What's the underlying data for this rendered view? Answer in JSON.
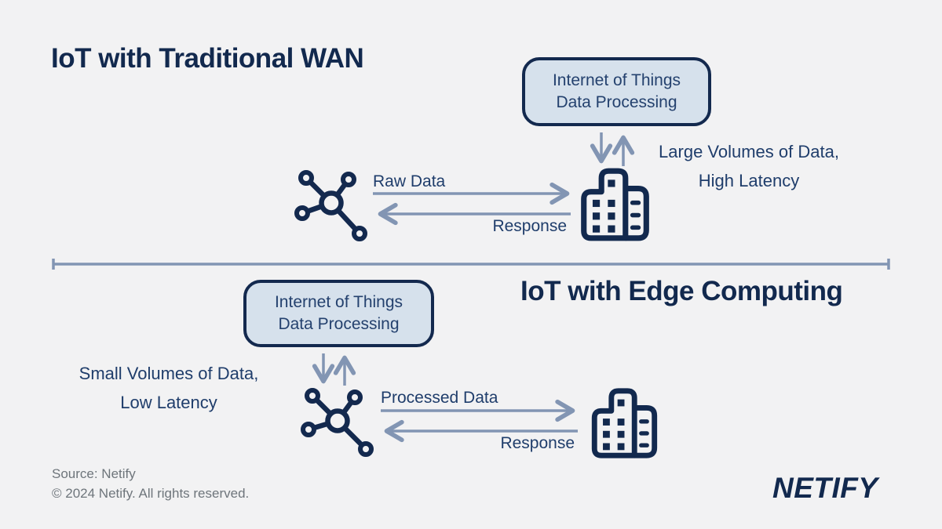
{
  "colors": {
    "background": "#f2f2f3",
    "navy": "#12294e",
    "box_fill": "#d6e1ec",
    "box_border": "#13294e",
    "body_text": "#1f3d6b",
    "arrow": "#8295b3",
    "footer_gray": "#6e757b"
  },
  "sections": {
    "traditional": {
      "title": "IoT with Traditional WAN",
      "box_line1": "Internet of Things",
      "box_line2": "Data Processing",
      "volume_line1": "Large Volumes of Data,",
      "volume_line2": "High Latency",
      "request_label": "Raw Data",
      "response_label": "Response"
    },
    "edge": {
      "title": "IoT with Edge Computing",
      "box_line1": "Internet of Things",
      "box_line2": "Data Processing",
      "volume_line1": "Small Volumes of Data,",
      "volume_line2": "Low Latency",
      "request_label": "Processed Data",
      "response_label": "Response"
    }
  },
  "footer": {
    "source": "Source: Netify",
    "copyright": "© 2024 Netify. All rights reserved.",
    "brand_logo": "NETIFY"
  },
  "icons": {
    "iot_device": "network-node-icon",
    "datacenter": "buildings-icon"
  }
}
